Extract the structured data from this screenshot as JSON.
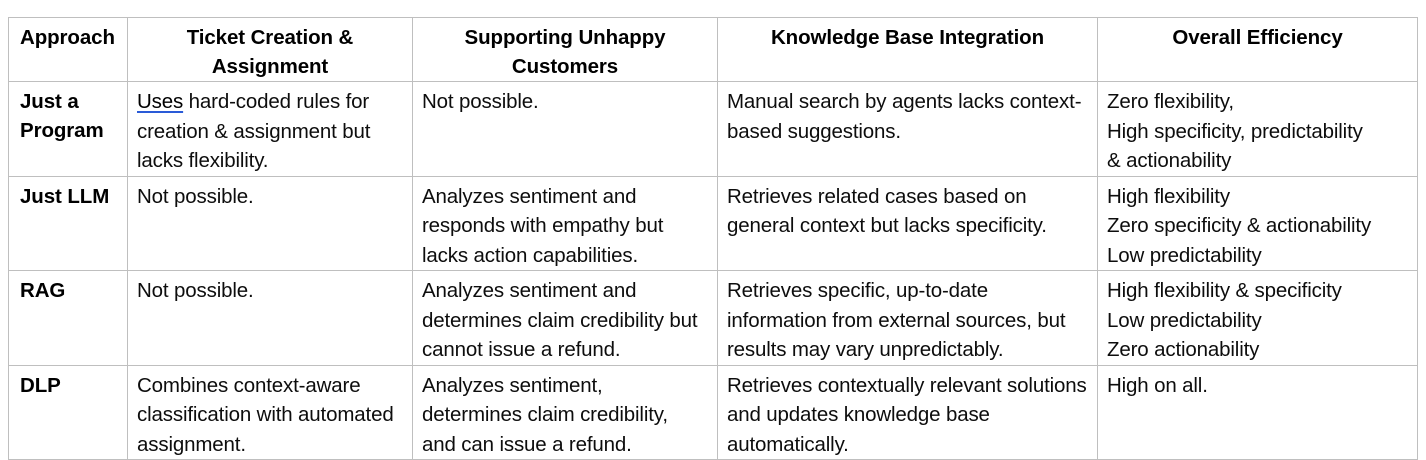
{
  "table": {
    "columns": [
      "Approach",
      "Ticket Creation & Assignment",
      "Supporting Unhappy Customers",
      "Knowledge Base Integration",
      "Overall Efficiency"
    ],
    "rows": [
      {
        "approach": "Just a Program",
        "ticket_creation": {
          "underlined_word": "Uses",
          "rest": " hard-coded rules for creation & assignment but lacks flexibility."
        },
        "supporting_customers": "Not possible.",
        "knowledge_base": "Manual search by agents lacks context-based suggestions.",
        "overall_efficiency": "Zero flexibility,\nHigh specificity, predictability\n& actionability"
      },
      {
        "approach": "Just LLM",
        "ticket_creation": "Not possible.",
        "supporting_customers": "Analyzes sentiment and responds with empathy but lacks action capabilities.",
        "knowledge_base": "Retrieves related cases based on general context but lacks specificity.",
        "overall_efficiency": "High flexibility\nZero specificity & actionability\nLow predictability"
      },
      {
        "approach": "RAG",
        "ticket_creation": "Not possible.",
        "supporting_customers": "Analyzes sentiment and determines claim credibility but cannot issue a refund.",
        "knowledge_base": "Retrieves specific, up-to-date information from external sources, but results may vary unpredictably.",
        "overall_efficiency": "High flexibility & specificity\nLow predictability\nZero actionability"
      },
      {
        "approach": "DLP",
        "ticket_creation": "Combines context-aware classification with automated assignment.",
        "supporting_customers": "Analyzes sentiment, determines claim credibility, and can issue a refund.",
        "knowledge_base": "Retrieves contextually relevant solutions and updates knowledge base automatically.",
        "overall_efficiency": "High on all."
      }
    ]
  },
  "style": {
    "border_color": "#bfbfbf",
    "text_color": "#0d0d0d",
    "underline_color": "#2a5bd7",
    "background": "#ffffff"
  }
}
